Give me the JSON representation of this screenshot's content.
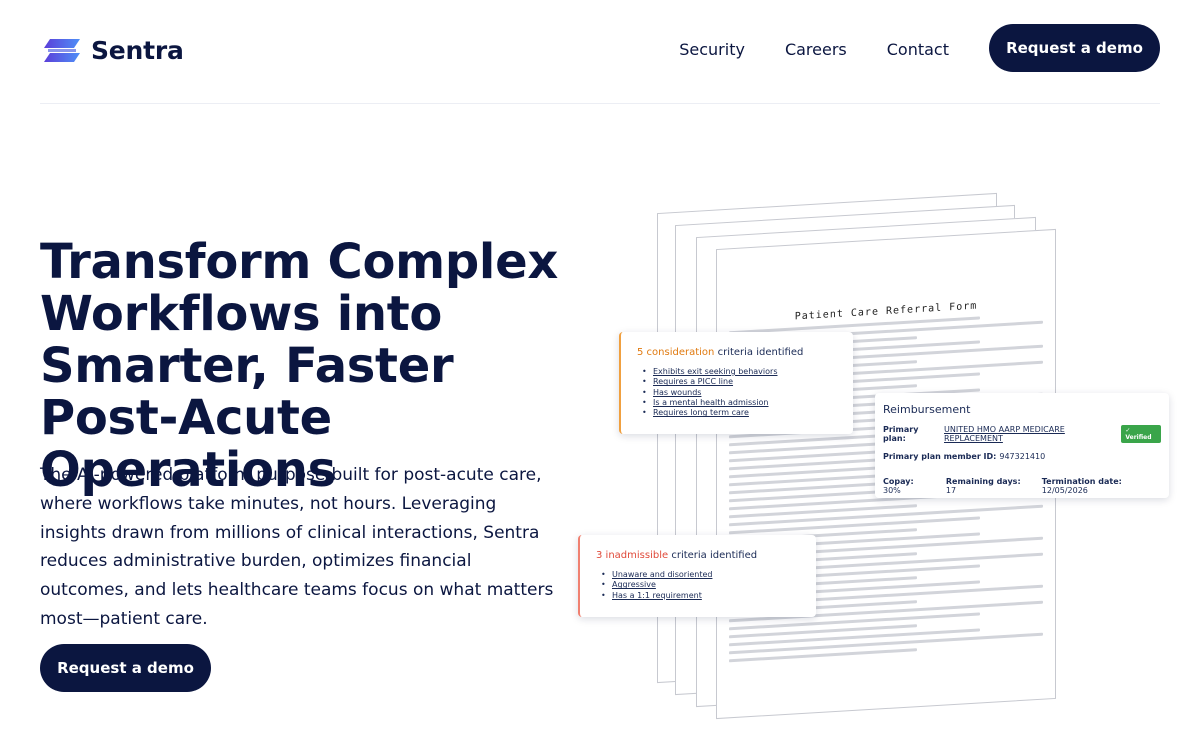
{
  "header": {
    "brand": "Sentra",
    "nav": [
      "Security",
      "Careers",
      "Contact"
    ],
    "cta": "Request a demo"
  },
  "hero": {
    "title": "Transform Complex Workflows into Smarter, Faster Post-Acute Operations",
    "description": "The AI-powered platform purpose-built for post-acute care, where workflows take minutes, not hours. Leveraging insights drawn from millions of clinical interactions, Sentra reduces administrative burden, optimizes financial outcomes, and lets healthcare teams focus on what matters most—patient care.",
    "cta": "Request a demo"
  },
  "illustration": {
    "doc_title": "Patient Care Referral Form",
    "considerations": {
      "count": "5 consideration",
      "suffix": "criteria identified",
      "items": [
        "Exhibits exit seeking behaviors",
        "Requires a PICC line",
        "Has wounds",
        "Is a mental health admission",
        "Requires long term care"
      ]
    },
    "inadmissible": {
      "count": "3 inadmissible",
      "suffix": "criteria identified",
      "items": [
        "Unaware and disoriented",
        "Aggressive",
        "Has a 1:1 requirement"
      ]
    },
    "reimbursement": {
      "title": "Reimbursement",
      "primary_plan_label": "Primary plan:",
      "primary_plan": "UNITED HMO AARP MEDICARE REPLACEMENT",
      "verified": "✓ Verified",
      "member_id_label": "Primary plan member ID:",
      "member_id": "947321410",
      "copay_label": "Copay:",
      "copay": "30%",
      "remaining_label": "Remaining days:",
      "remaining": "17",
      "termination_label": "Termination date:",
      "termination": "12/05/2026"
    }
  },
  "colors": {
    "navy": "#0b1640",
    "orange": "#e07a10",
    "red": "#e04a3a",
    "green": "#3aa54a"
  }
}
